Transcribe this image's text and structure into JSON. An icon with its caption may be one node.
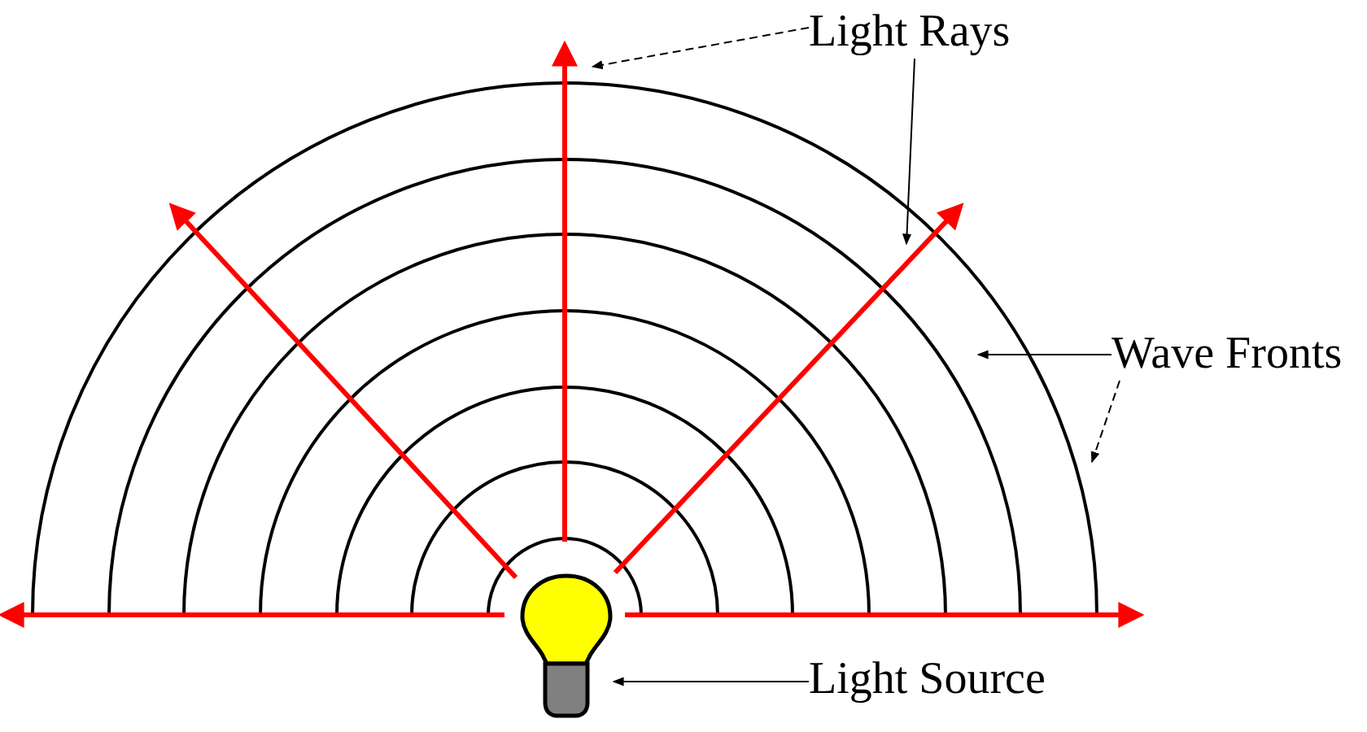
{
  "diagram": {
    "nodes": [
      {
        "text": [
          "Light Rays"
        ]
      },
      {
        "text": [
          "Wave Fronts"
        ]
      },
      {
        "text": [
          "Light Source"
        ]
      },
      {
        "text": [],
        "shape": "bulb"
      }
    ],
    "edges": [
      {
        "from": 0,
        "to": null,
        "arrow": "to",
        "style": "dashed"
      },
      {
        "from": 0,
        "to": null,
        "arrow": "to"
      },
      {
        "from": 1,
        "to": null,
        "arrow": "to"
      },
      {
        "from": 1,
        "to": null,
        "arrow": "to",
        "style": "dashed"
      },
      {
        "from": 2,
        "to": 3,
        "arrow": "to"
      }
    ]
  }
}
